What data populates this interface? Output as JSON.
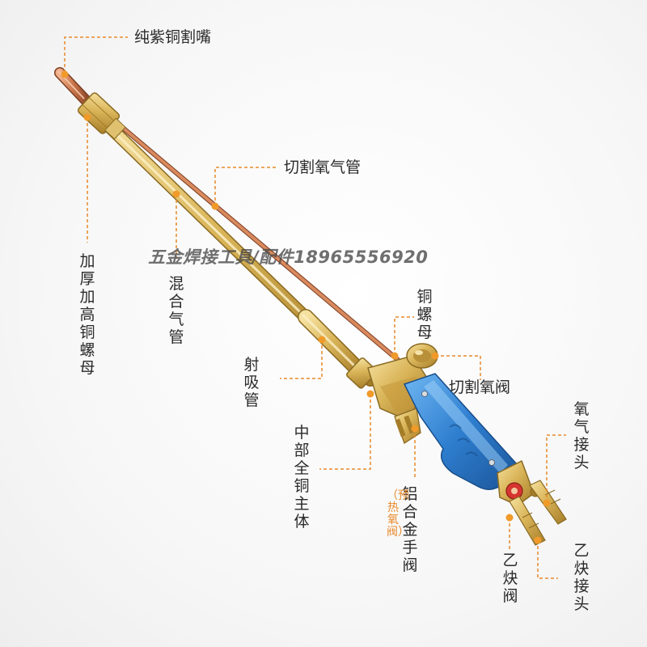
{
  "labels": {
    "tip": "纯紫铜割嘴",
    "cut_oxygen_pipe": "切割氧气管",
    "thick_nut": "加厚加高铜螺母",
    "mix_pipe": "混合气管",
    "injector_pipe": "射吸管",
    "copper_nut": "铜螺母",
    "cut_oxygen_valve": "切割氧阀",
    "body": "中部全铜主体",
    "handle_valve": "铝合金手阀",
    "handle_valve_note": "（预热氧阀）",
    "oxygen_joint": "氧气接头",
    "acetylene_valve": "乙炔阀",
    "acetylene_joint": "乙炔接头"
  },
  "watermark": "五金焊接工具/配件18965556920",
  "colors": {
    "leader_line": "#e8892b",
    "brass": "#d8b257",
    "copper": "#c8744a",
    "handle_blue": "#2e7ecf",
    "text": "#2a2a2a"
  }
}
